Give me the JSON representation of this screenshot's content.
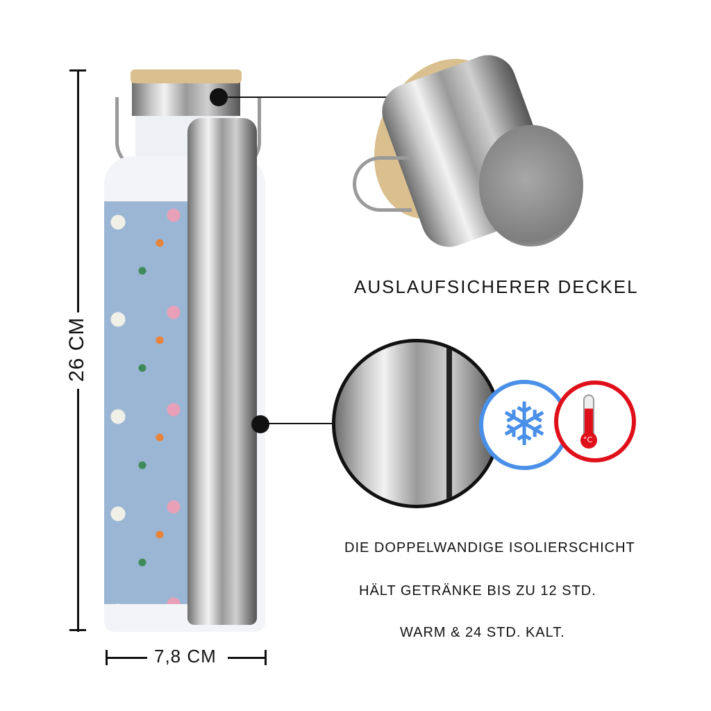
{
  "dimensions": {
    "height_label": "26 CM",
    "width_label": "7,8 CM"
  },
  "callouts": {
    "lid_label": "AUSLAUFSICHERER DECKEL",
    "insulation_lines": [
      "DIE DOPPELWANDIGE ISOLIERSCHICHT",
      "HÄLT GETRÄNKE BIS ZU 12 STD.",
      "WARM & 24 STD. KALT."
    ]
  },
  "icons": {
    "cold": "snowflake-icon",
    "hot": "thermometer-icon",
    "hot_unit": "°C"
  },
  "colors": {
    "cold": "#4a90e8",
    "hot": "#e0101a",
    "pattern": "#9bb6d4",
    "bamboo": "#d9c08e"
  }
}
